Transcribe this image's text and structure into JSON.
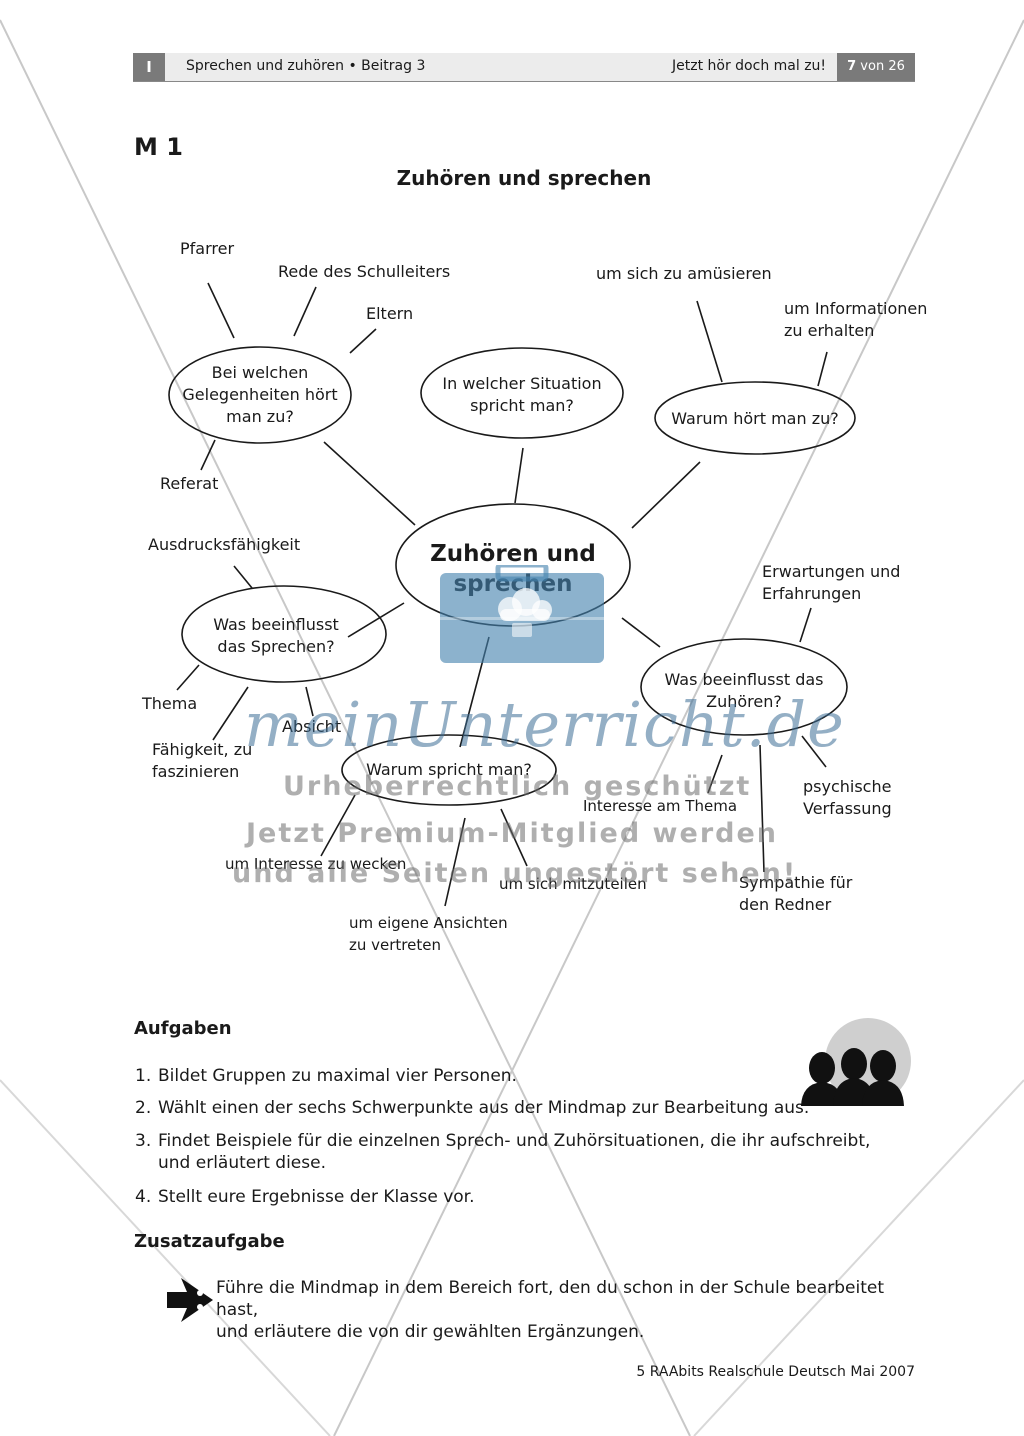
{
  "header": {
    "section_number": "I",
    "left_text": "Sprechen und zuhören • Beitrag 3",
    "right_text": "Jetzt hör doch mal zu!",
    "page_current": "7",
    "page_rest": " von 26"
  },
  "material_label": "M 1",
  "title": "Zuhören und sprechen",
  "mindmap": {
    "center": {
      "line1": "Zuhören und",
      "line2": "sprechen"
    },
    "node_occasions": {
      "line1": "Bei welchen",
      "line2": "Gelegenheiten hört",
      "line3": "man zu?"
    },
    "node_situation": {
      "line1": "In welcher Situation",
      "line2": "spricht man?"
    },
    "node_why_listen": "Warum hört man zu?",
    "node_influence_speaking": {
      "line1": "Was beeinflusst",
      "line2": "das Sprechen?"
    },
    "node_influence_listening": {
      "line1": "Was beeinflusst das",
      "line2": "Zuhören?"
    },
    "node_why_speak": "Warum spricht man?",
    "labels": {
      "pfarrer": "Pfarrer",
      "rede": "Rede des Schulleiters",
      "eltern": "Eltern",
      "referat": "Referat",
      "amuesieren": "um sich zu amüsieren",
      "informationen1": "um Informationen",
      "informationen2": "zu erhalten",
      "ausdruck": "Ausdrucksfähigkeit",
      "thema": "Thema",
      "absicht": "Absicht",
      "faehigkeit1": "Fähigkeit, zu",
      "faehigkeit2": "faszinieren",
      "erwartungen1": "Erwartungen und",
      "erwartungen2": "Erfahrungen",
      "psychisch1": "psychische",
      "psychisch2": "Verfassung",
      "interesse_thema": "Interesse am Thema",
      "sympathie1": "Sympathie für",
      "sympathie2": "den Redner",
      "interesse_wecken": "um Interesse zu wecken",
      "mitteilen": "um sich mitzuteilen",
      "ansichten1": "um eigene Ansichten",
      "ansichten2": "zu vertreten"
    }
  },
  "watermark": {
    "brand": "meinUnterricht.de",
    "line1": "Urheberrechtlich geschützt",
    "line2": "Jetzt Premium-Mitglied werden",
    "line3": "und alle Seiten ungestört sehen!"
  },
  "tasks": {
    "heading": "Aufgaben",
    "items": [
      {
        "num": "1.",
        "text": "Bildet Gruppen zu maximal vier Personen."
      },
      {
        "num": "2.",
        "text": "Wählt einen der sechs Schwerpunkte aus der Mindmap zur Bearbeitung aus."
      },
      {
        "num": "3.",
        "text": "Findet Beispiele für die einzelnen Sprech- und Zuhörsituationen, die ihr aufschreibt,",
        "text2": "und erläutert diese."
      },
      {
        "num": "4.",
        "text": "Stellt eure Ergebnisse der Klasse vor."
      }
    ]
  },
  "extra_task": {
    "heading": "Zusatzaufgabe",
    "line1": "Führe die Mindmap in dem Bereich fort, den du schon in der Schule bearbeitet hast,",
    "line2": "und erläutere die von dir gewählten Ergänzungen."
  },
  "icons": {
    "group": "group-of-people-icon",
    "arrow": "pointing-arrow-icon"
  },
  "footer": "5 RAAbits Realschule Deutsch Mai 2007"
}
